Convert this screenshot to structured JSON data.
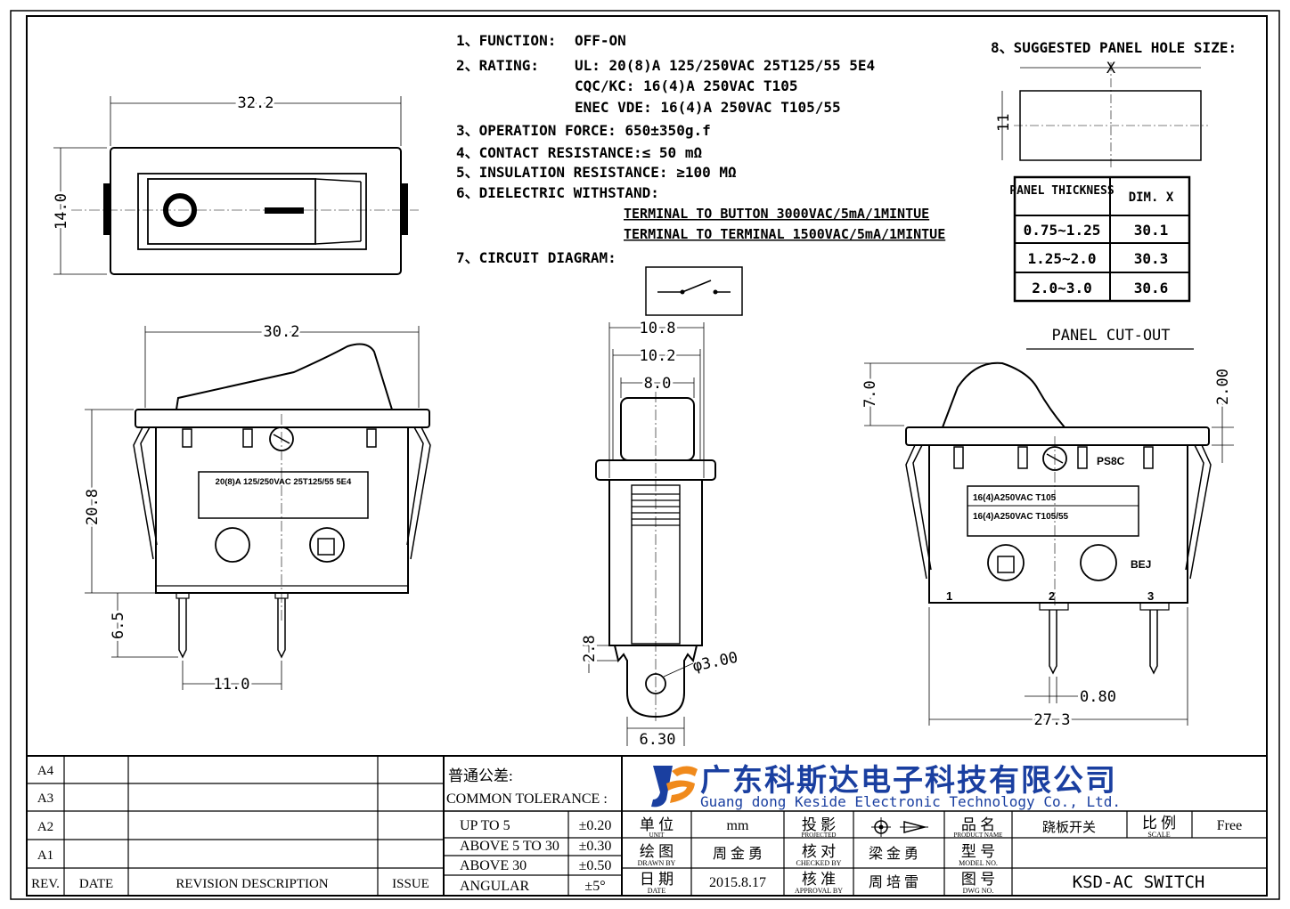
{
  "specs": {
    "function_label": "1、FUNCTION:",
    "function_value": "OFF-ON",
    "rating_label": "2、RATING:",
    "rating_ul": "UL: 20(8)A 125/250VAC 25T125/55 5E4",
    "rating_cqc": "CQC/KC: 16(4)A 250VAC T105",
    "rating_enec": "ENEC VDE: 16(4)A 250VAC T105/55",
    "operation_force": "3、OPERATION FORCE: 650±350g.f",
    "contact_resistance": "4、CONTACT RESISTANCE:≤ 50 mΩ",
    "insulation_resistance": "5、INSULATION RESISTANCE: ≥100 MΩ",
    "dielectric_label": "6、DIELECTRIC WITHSTAND:",
    "dielectric_button": "TERMINAL TO BUTTON 3000VAC/5mA/1MINTUE",
    "dielectric_terminal": "TERMINAL TO TERMINAL 1500VAC/5mA/1MINTUE",
    "circuit_label": "7、CIRCUIT DIAGRAM:",
    "panel_hole_label": "8、SUGGESTED PANEL HOLE SIZE:"
  },
  "panel_hole": {
    "x_label": "X",
    "height": "11",
    "cutout_title": "PANEL CUT-OUT",
    "table_headers": [
      "PANEL THICKNESS",
      "DIM. X"
    ],
    "table_rows": [
      [
        "0.75~1.25",
        "30.1"
      ],
      [
        "1.25~2.0",
        "30.3"
      ],
      [
        "2.0~3.0",
        "30.6"
      ]
    ]
  },
  "top_view": {
    "width": "32.2",
    "height": "14.0"
  },
  "front_view": {
    "width": "30.2",
    "height": "20.8",
    "pin_length": "6.5",
    "pin_spacing": "11.0",
    "label": "20(8)A 125/250VAC 25T125/55 5E4"
  },
  "side_view": {
    "w1": "10.8",
    "w2": "10.2",
    "w3": "8.0",
    "h": "2.8",
    "hole": "φ3.00",
    "base": "6.30"
  },
  "rear_view": {
    "h1": "7.0",
    "h2": "2.00",
    "pin_w": "0.80",
    "width": "27.3",
    "label1": "16(4)A250VAC T105",
    "label2": "16(4)A250VAC T105/55",
    "marks": [
      "PS8C",
      "BEJ"
    ],
    "pins": [
      "1",
      "2",
      "3"
    ]
  },
  "title_block": {
    "rev_rows": [
      "A4",
      "A3",
      "A2",
      "A1"
    ],
    "headers": [
      "REV.",
      "DATE",
      "REVISION DESCRIPTION",
      "ISSUE"
    ],
    "tolerance_cn": "普通公差:",
    "tolerance_en": "COMMON TOLERANCE :",
    "tolerances": [
      [
        "UP TO 5",
        "±0.20"
      ],
      [
        "ABOVE 5 TO 30",
        "±0.30"
      ],
      [
        "ABOVE 30",
        "±0.50"
      ],
      [
        "ANGULAR",
        "±5°"
      ]
    ],
    "company_cn": "广东科斯达电子科技有限公司",
    "company_en": "Guang dong Keside Electronic Technology Co., Ltd.",
    "unit_cn": "单 位",
    "unit_en": "UNIT",
    "unit_value": "mm",
    "projected_cn": "投 影",
    "projected_en": "PROJECTED",
    "product_cn": "品 名",
    "product_en": "PRODUCT NAME",
    "product_value": "跷板开关",
    "scale_cn": "比 例",
    "scale_en": "SCALE",
    "scale_value": "Free",
    "drawn_cn": "绘 图",
    "drawn_en": "DRAWN BY",
    "drawn_value": "周 金 勇",
    "checked_cn": "核 对",
    "checked_en": "CHECKED BY",
    "checked_value": "梁 金 勇",
    "model_cn": "型 号",
    "model_en": "MODEL NO.",
    "date_cn": "日 期",
    "date_en": "DATE",
    "date_value": "2015.8.17",
    "approval_cn": "核 准",
    "approval_en": "APPROVAL BY",
    "approval_value": "周 培 雷",
    "dwg_cn": "图 号",
    "dwg_en": "DWG NO.",
    "dwg_value": "KSD-AC SWITCH"
  }
}
